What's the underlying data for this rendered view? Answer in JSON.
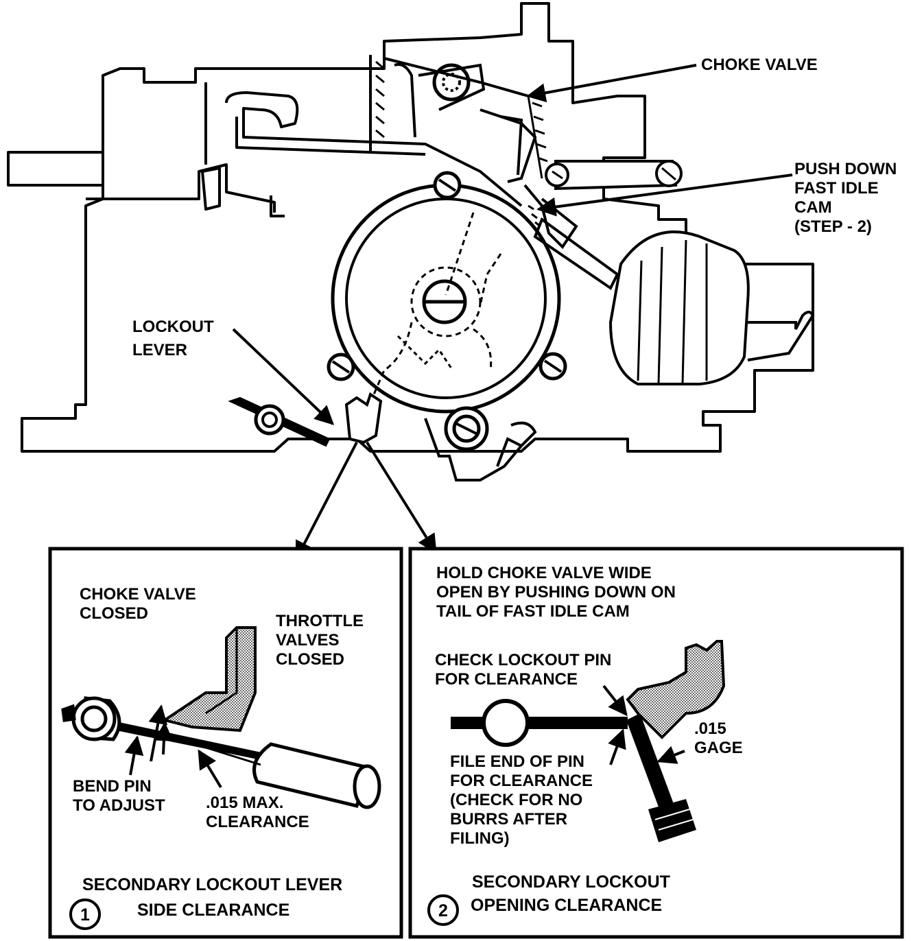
{
  "labels": {
    "choke_valve": "CHOKE VALVE",
    "push_down": [
      "PUSH DOWN",
      "FAST IDLE",
      "CAM",
      "(STEP - 2)"
    ],
    "lockout_lever": [
      "LOCKOUT",
      "LEVER"
    ]
  },
  "panel1": {
    "choke_closed": [
      "CHOKE VALVE",
      "CLOSED"
    ],
    "throttle_closed": [
      "THROTTLE",
      "VALVES",
      "CLOSED"
    ],
    "bend_pin": [
      "BEND PIN",
      "TO ADJUST"
    ],
    "max_clearance": [
      ".015 MAX.",
      "CLEARANCE"
    ],
    "caption": [
      "SECONDARY LOCKOUT LEVER",
      "SIDE CLEARANCE"
    ],
    "number": "1"
  },
  "panel2": {
    "hold_choke": [
      "HOLD CHOKE VALVE WIDE",
      "OPEN BY PUSHING DOWN ON",
      "TAIL OF FAST IDLE CAM"
    ],
    "check_pin": [
      "CHECK LOCKOUT PIN",
      "FOR CLEARANCE"
    ],
    "gage": [
      ".015",
      "GAGE"
    ],
    "file_end": [
      "FILE END OF PIN",
      "FOR CLEARANCE",
      "(CHECK FOR NO",
      "BURRS AFTER",
      "FILING)"
    ],
    "caption": [
      "SECONDARY LOCKOUT",
      "OPENING CLEARANCE"
    ],
    "number": "2"
  }
}
